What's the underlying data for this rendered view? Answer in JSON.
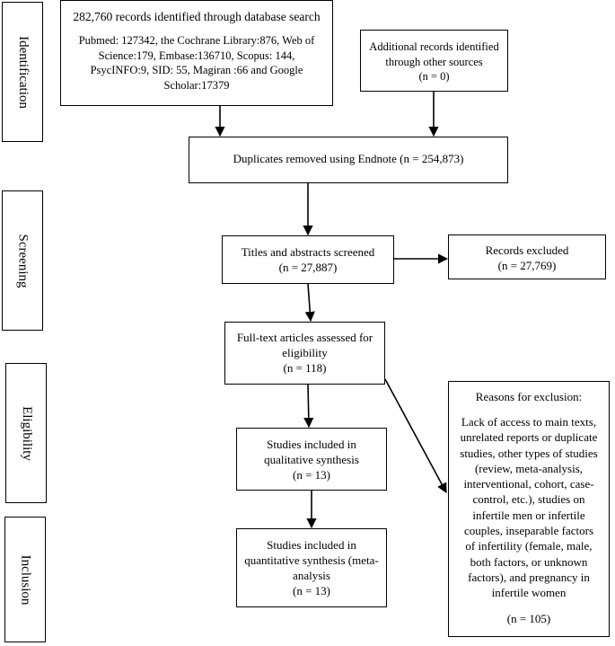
{
  "stages": {
    "identification": "Identification",
    "screening": "Screening",
    "eligibility": "Eligibility",
    "inclusion": "Inclusion"
  },
  "database": {
    "title": "282,760 records identified through database search",
    "detail": "Pubmed: 127342, the Cochrane Library:876, Web of Science:179, Embase:136710, Scopus: 144, PsycINFO:9, SID: 55, Magiran :66 and Google Scholar:17379"
  },
  "additional": {
    "line1": "Additional records identified",
    "line2": "through other sources",
    "count": "(n = 0)"
  },
  "duplicates": {
    "label": "Duplicates removed using Endnote (n = 254,873)"
  },
  "screened": {
    "label": "Titles and abstracts screened",
    "count": "(n = 27,887)"
  },
  "excluded": {
    "label": "Records excluded",
    "count": "(n = 27,769)"
  },
  "fulltext": {
    "line1": "Full-text articles assessed for",
    "line2": "eligibility",
    "count": "(n = 118)"
  },
  "qualitative": {
    "line1": "Studies included in",
    "line2": "qualitative synthesis",
    "count": "(n = 13)"
  },
  "quantitative": {
    "line1": "Studies included in",
    "line2": "quantitative synthesis (meta-",
    "line3": "analysis",
    "count": "(n = 13)"
  },
  "reasons": {
    "title": "Reasons for exclusion:",
    "lines": [
      "Lack of access to main texts,",
      "unrelated reports or duplicate",
      "studies, other types of studies",
      "(review, meta-analysis,",
      "interventional, cohort, case-",
      "control, etc.), studies on",
      "infertile men or infertile",
      "couples, inseparable factors",
      "of infertility (female, male,",
      "both factors, or unknown",
      "factors), and pregnancy in",
      "infertile women"
    ],
    "count": "(n = 105)"
  }
}
